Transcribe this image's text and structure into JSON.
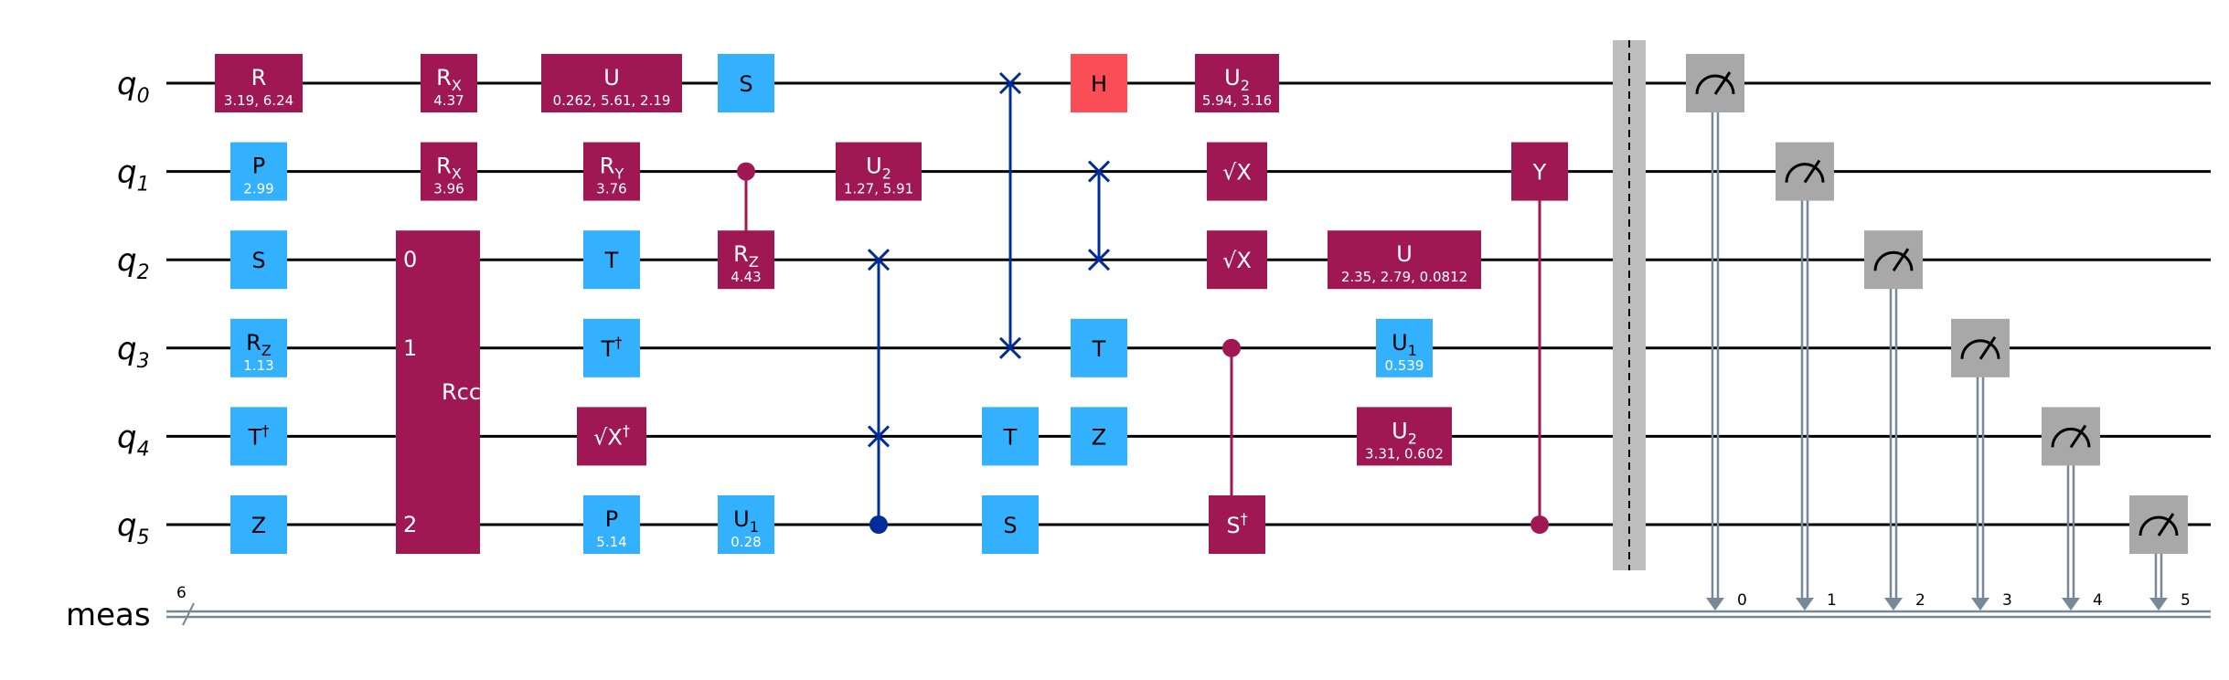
{
  "colors": {
    "purple": "#9F1853",
    "blue": "#33B1FF",
    "red": "#FA4D56",
    "gray": "#A8A8A8",
    "swap": "#002D9C",
    "classical": "#778899",
    "barrier": "#BDBDBD"
  },
  "qubits": [
    "0",
    "1",
    "2",
    "3",
    "4",
    "5"
  ],
  "qubit_prefix": "q",
  "creg": {
    "label": "meas",
    "size": "6",
    "bits": [
      "0",
      "1",
      "2",
      "3",
      "4",
      "5"
    ]
  },
  "gates": [
    {
      "name": "R",
      "params": "3.19, 6.24",
      "qubit": 0,
      "color": "purple"
    },
    {
      "name": "P",
      "params": "2.99",
      "qubit": 1,
      "color": "blue"
    },
    {
      "name": "S",
      "params": "",
      "qubit": 2,
      "color": "blue"
    },
    {
      "name": "R",
      "sub": "Z",
      "params": "1.13",
      "qubit": 3,
      "color": "blue"
    },
    {
      "name": "T",
      "sup": "†",
      "params": "",
      "qubit": 4,
      "color": "blue"
    },
    {
      "name": "Z",
      "params": "",
      "qubit": 5,
      "color": "blue"
    },
    {
      "name": "R",
      "sub": "X",
      "params": "4.37",
      "qubit": 0,
      "color": "purple"
    },
    {
      "name": "R",
      "sub": "X",
      "params": "3.96",
      "qubit": 1,
      "color": "purple"
    },
    {
      "name": "U",
      "params": "0.262, 5.61, 2.19",
      "qubit": 0,
      "color": "purple"
    },
    {
      "name": "R",
      "sub": "Y",
      "params": "3.76",
      "qubit": 1,
      "color": "purple"
    },
    {
      "name": "T",
      "params": "",
      "qubit": 2,
      "color": "blue"
    },
    {
      "name": "T",
      "sup": "†",
      "params": "",
      "qubit": 3,
      "color": "blue"
    },
    {
      "name": "√X",
      "sup": "†",
      "params": "",
      "qubit": 4,
      "color": "purple"
    },
    {
      "name": "P",
      "params": "5.14",
      "qubit": 5,
      "color": "blue"
    },
    {
      "name": "S",
      "params": "",
      "qubit": 0,
      "color": "blue"
    },
    {
      "name": "R",
      "sub": "Z",
      "params": "4.43",
      "qubit": 2,
      "color": "purple"
    },
    {
      "name": "U",
      "sub": "1",
      "params": "0.28",
      "qubit": 5,
      "color": "blue"
    },
    {
      "name": "U",
      "sub": "2",
      "params": "1.27, 5.91",
      "qubit": 1,
      "color": "purple"
    },
    {
      "name": "T",
      "params": "",
      "qubit": 4,
      "color": "blue"
    },
    {
      "name": "S",
      "params": "",
      "qubit": 5,
      "color": "blue"
    },
    {
      "name": "H",
      "params": "",
      "qubit": 0,
      "color": "red"
    },
    {
      "name": "T",
      "params": "",
      "qubit": 3,
      "color": "blue"
    },
    {
      "name": "Z",
      "params": "",
      "qubit": 4,
      "color": "blue"
    },
    {
      "name": "U",
      "sub": "2",
      "params": "5.94, 3.16",
      "qubit": 0,
      "color": "purple"
    },
    {
      "name": "√X",
      "params": "",
      "qubit": 1,
      "color": "purple"
    },
    {
      "name": "√X",
      "params": "",
      "qubit": 2,
      "color": "purple"
    },
    {
      "name": "S",
      "sup": "†",
      "params": "",
      "qubit": 5,
      "color": "purple"
    },
    {
      "name": "U",
      "params": "2.35, 2.79, 0.0812",
      "qubit": 2,
      "color": "purple"
    },
    {
      "name": "U",
      "sub": "1",
      "params": "0.539",
      "qubit": 3,
      "color": "blue"
    },
    {
      "name": "U",
      "sub": "2",
      "params": "3.31, 0.602",
      "qubit": 4,
      "color": "purple"
    },
    {
      "name": "Y",
      "params": "",
      "qubit": 1,
      "color": "purple"
    }
  ],
  "multi_gates": [
    {
      "name": "Rccx",
      "qubits": [
        2,
        3,
        5
      ],
      "pin_labels": [
        "0",
        "1",
        "2"
      ],
      "color": "purple"
    }
  ],
  "controls": [
    {
      "control": 1,
      "target": 2,
      "color": "purple"
    },
    {
      "control": 5,
      "target": 4,
      "color": "swap"
    },
    {
      "control": 3,
      "target": 5,
      "color": "purple"
    },
    {
      "control": 5,
      "target": 1,
      "color": "purple"
    }
  ],
  "swaps": [
    {
      "qubits": [
        2,
        4
      ]
    },
    {
      "qubits": [
        0,
        3
      ]
    },
    {
      "qubits": [
        1,
        2
      ]
    }
  ],
  "barrier": {
    "qubits": [
      0,
      1,
      2,
      3,
      4,
      5
    ]
  },
  "measurements": [
    {
      "qubit": 0,
      "bit": 0
    },
    {
      "qubit": 1,
      "bit": 1
    },
    {
      "qubit": 2,
      "bit": 2
    },
    {
      "qubit": 3,
      "bit": 3
    },
    {
      "qubit": 4,
      "bit": 4
    },
    {
      "qubit": 5,
      "bit": 5
    }
  ]
}
